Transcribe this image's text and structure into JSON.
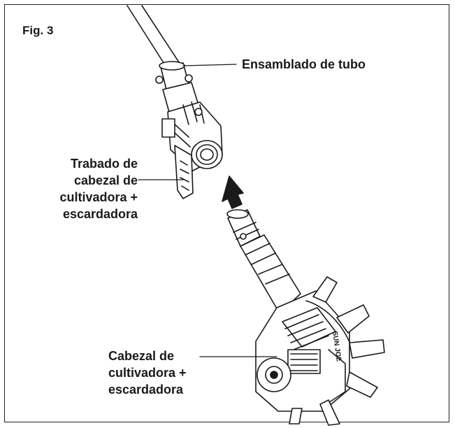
{
  "figure": {
    "label": "Fig. 3",
    "tube_assembly_label": "Ensamblado de tubo",
    "head_lock_label_lines": [
      "Trabado de",
      "cabezal de",
      "cultivadora +",
      "escardadora"
    ],
    "head_label_lines": [
      "Cabezal de",
      "cultivadora +",
      "escardadora"
    ],
    "brand_text": "SUN JOE",
    "line_color": "#1a1a1a"
  }
}
